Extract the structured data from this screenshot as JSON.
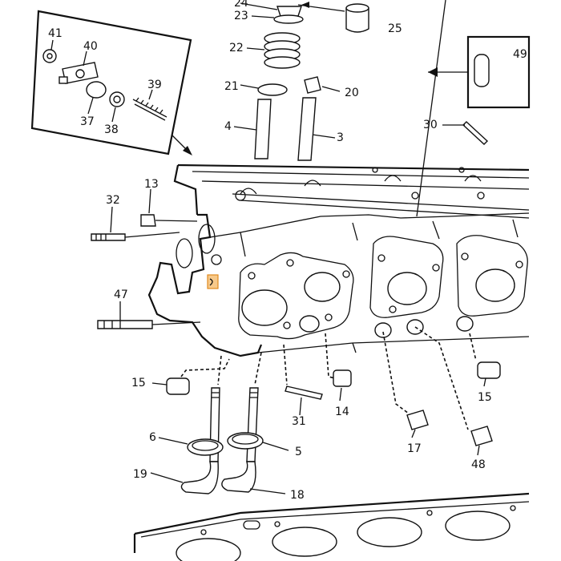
{
  "diagram": {
    "part_numbers": [
      {
        "id": "p24",
        "text": "24"
      },
      {
        "id": "p23",
        "text": "23"
      },
      {
        "id": "p25",
        "text": "25"
      },
      {
        "id": "p22",
        "text": "22"
      },
      {
        "id": "p21",
        "text": "21"
      },
      {
        "id": "p20",
        "text": "20"
      },
      {
        "id": "p4",
        "text": "4"
      },
      {
        "id": "p3",
        "text": "3"
      },
      {
        "id": "p49",
        "text": "49"
      },
      {
        "id": "p30",
        "text": "30"
      },
      {
        "id": "p41",
        "text": "41"
      },
      {
        "id": "p40",
        "text": "40"
      },
      {
        "id": "p39",
        "text": "39"
      },
      {
        "id": "p37",
        "text": "37"
      },
      {
        "id": "p38",
        "text": "38"
      },
      {
        "id": "p32",
        "text": "32"
      },
      {
        "id": "p13",
        "text": "13"
      },
      {
        "id": "p47",
        "text": "47"
      },
      {
        "id": "p15a",
        "text": "15"
      },
      {
        "id": "p31",
        "text": "31"
      },
      {
        "id": "p14",
        "text": "14"
      },
      {
        "id": "p17",
        "text": "17"
      },
      {
        "id": "p15b",
        "text": "15"
      },
      {
        "id": "p48",
        "text": "48"
      },
      {
        "id": "p6",
        "text": "6"
      },
      {
        "id": "p5",
        "text": "5"
      },
      {
        "id": "p19",
        "text": "19"
      },
      {
        "id": "p18",
        "text": "18"
      }
    ],
    "highlight_color": "#f7c98a"
  }
}
